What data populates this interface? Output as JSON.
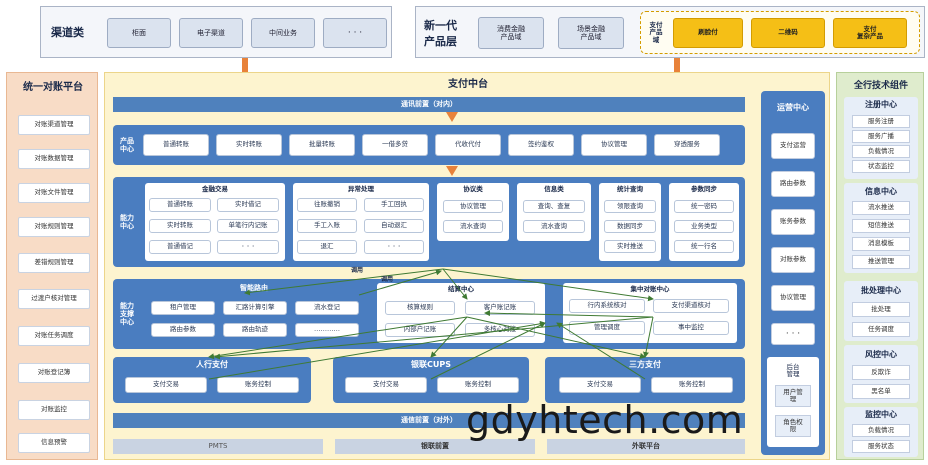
{
  "top_left": {
    "title": "渠道类",
    "items": [
      "柜面",
      "电子渠道",
      "中间业务",
      "· · ·"
    ]
  },
  "top_right": {
    "title_line1": "新一代",
    "title_line2": "产品层",
    "products": [
      "消费金融\n产品域",
      "场景金融\n产品域"
    ],
    "pay_domain_label": "支付\n产品\n域",
    "pay_items": [
      "刷脸付",
      "二维码",
      "支付\n复杂产品"
    ]
  },
  "left_panel": {
    "title": "统一对账平台",
    "items": [
      "对账渠道管理",
      "对账数据管理",
      "对账文件管理",
      "对账规则管理",
      "差错规则管理",
      "过渡户核对管理",
      "对账任务调度",
      "对账登记簿",
      "对账监控",
      "信息预警"
    ]
  },
  "center": {
    "title": "支付中台",
    "comm_front_in": "通讯前置（对内）",
    "comm_front_out": "通信前置（对外）",
    "product_center": {
      "label": "产品\n中心",
      "items": [
        "普通转账",
        "实时转账",
        "批量转账",
        "一借多贷",
        "代收代付",
        "签约鉴权",
        "协议管理",
        "穿透服务"
      ]
    },
    "capability_center": {
      "label": "能力\n中心",
      "groups": [
        {
          "title": "金融交易",
          "items": [
            "普通转账",
            "实时借记",
            "实时转账",
            "单笔行内记账",
            "普通借记",
            "· · ·"
          ]
        },
        {
          "title": "异常处理",
          "items": [
            "往账撤销",
            "手工回执",
            "手工入账",
            "自动退汇",
            "退汇",
            "· · ·"
          ]
        },
        {
          "title": "协议类",
          "items": [
            "协议管理",
            "流水查询"
          ]
        },
        {
          "title": "信息类",
          "items": [
            "查询、查复",
            "流水查询"
          ]
        },
        {
          "title": "统计查询",
          "items": [
            "领限查询",
            "数据同步",
            "实时推送"
          ]
        },
        {
          "title": "参数同步",
          "items": [
            "统一密码",
            "业务类型",
            "统一行名"
          ]
        }
      ]
    },
    "support_center": {
      "label": "能力\n支撑\n中心",
      "routing": {
        "title": "智能路由",
        "items": [
          "租户管理",
          "汇路计算引擎",
          "流水登记",
          "路由参数",
          "路由轨迹",
          "…………"
        ]
      },
      "settlement": {
        "title": "结算中心",
        "items": [
          "核算规则",
          "客户账记账",
          "内部户记账",
          "多核心对接"
        ]
      },
      "reconcile": {
        "title": "集中对账中心",
        "items": [
          "行内系统核对",
          "支付渠道核对",
          "管理调度",
          "事中监控"
        ]
      }
    },
    "arrow_labels": [
      "调用",
      "调用"
    ],
    "pay_channels": [
      {
        "title": "人行支付",
        "items": [
          "支付交易",
          "账务控制"
        ]
      },
      {
        "title": "银联CUPS",
        "items": [
          "支付交易",
          "账务控制"
        ]
      },
      {
        "title": "三方支付",
        "items": [
          "支付交易",
          "账务控制"
        ]
      }
    ],
    "bottom": [
      "PMTS",
      "银联前置",
      "外联平台"
    ]
  },
  "ops_center": {
    "title": "运营中心",
    "items": [
      "支付运营",
      "路由参数",
      "账务参数",
      "对账参数",
      "协议管理",
      "· · ·"
    ],
    "backend_title": "后台\n管理",
    "backend_items": [
      "用户管理",
      "角色权限"
    ]
  },
  "right_panel": {
    "title": "全行技术组件",
    "groups": [
      {
        "title": "注册中心",
        "items": [
          "服务注册",
          "服务广播",
          "负载情况",
          "状态监控"
        ]
      },
      {
        "title": "信息中心",
        "items": [
          "流水推送",
          "短信推送",
          "消息模板",
          "推送管理"
        ]
      },
      {
        "title": "批处理中心",
        "items": [
          "批处理",
          "任务调度"
        ]
      },
      {
        "title": "风控中心",
        "items": [
          "反欺诈",
          "黑名单"
        ]
      },
      {
        "title": "监控中心",
        "items": [
          "负载情况",
          "服务状态"
        ]
      }
    ]
  },
  "watermark": "gdyhtech.com",
  "colors": {
    "blue": "#4a7dc0",
    "orange_panel": "#f8dcc6",
    "green_panel": "#dfeccd",
    "yellow_panel": "#fdf4cf",
    "gold": "#f5bf16"
  }
}
